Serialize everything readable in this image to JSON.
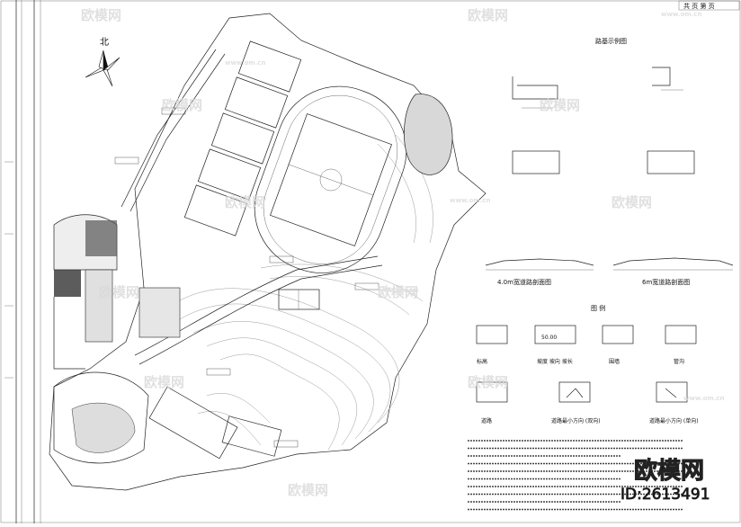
{
  "title_block": {
    "sheet_label": "共 页 第 页"
  },
  "north_arrow": {
    "label": "北",
    "icon": "north-arrow-icon"
  },
  "detail_top": {
    "heading": "路基示例图"
  },
  "sections": [
    {
      "label": "4.0m宽道路剖面图"
    },
    {
      "label": "6m宽道路剖面图"
    }
  ],
  "legend": {
    "heading": "图 例",
    "items": [
      {
        "label": "标高",
        "symbol_text": ""
      },
      {
        "label": "坡度 坡向 坡长",
        "symbol_text": "50.00"
      },
      {
        "label": "围墙",
        "symbol_text": ""
      },
      {
        "label": "管沟",
        "symbol_text": ""
      },
      {
        "label": "道路",
        "symbol_text": ""
      },
      {
        "label": "道路最小方向 (双向)",
        "symbol_text": ""
      },
      {
        "label": "道路最小方向 (单向)",
        "symbol_text": ""
      }
    ]
  },
  "notes": {
    "count": 10
  },
  "watermark": {
    "brand": "欧模网",
    "site": "www.om.cn",
    "id_text": "ID:2613491"
  },
  "colors": {
    "line": "#222222",
    "contour": "#9a9a9a",
    "watermark": "#d9d9d9"
  }
}
